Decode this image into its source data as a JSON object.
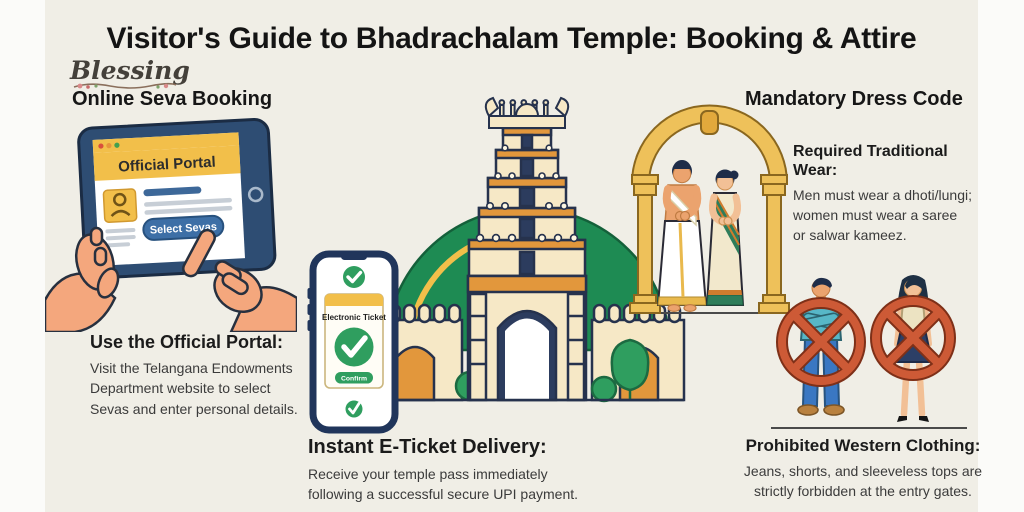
{
  "title": "Visitor's Guide to Bhadrachalam Temple: Booking & Attire",
  "logo_text": "Blessing",
  "left": {
    "heading": "Online Seva Booking",
    "tablet": {
      "portal_title": "Official Portal",
      "select_button": "Select Sevas"
    },
    "portal_step": {
      "heading": "Use the Official Portal:",
      "lines": [
        "Visit the Telangana Endowments",
        "Department website to select",
        "Sevas and enter personal details."
      ]
    }
  },
  "center": {
    "phone": {
      "ticket_label": "Electronic Ticket",
      "confirm_button": "Confirm"
    },
    "eticket_step": {
      "heading": "Instant E-Ticket Delivery:",
      "lines": [
        "Receive your temple pass immediately",
        "following a successful secure UPI payment."
      ]
    }
  },
  "right": {
    "heading": "Mandatory Dress Code",
    "required": {
      "heading_lines": [
        "Required Traditional",
        "Wear:"
      ],
      "lines": [
        "Men must wear a dhoti/lungi;",
        "women must wear a saree",
        "or salwar kameez."
      ]
    },
    "prohibited": {
      "heading": "Prohibited Western Clothing:",
      "lines": [
        "Jeans, shorts, and sleeveless tops are",
        "strictly forbidden at the entry gates."
      ]
    }
  },
  "colors": {
    "background": "#f0eee6",
    "margin": "#fbfbf9",
    "gold": "#f2bf4a",
    "navy": "#2e4d73",
    "green": "#2f9e5f",
    "hill_green": "#1e8b53",
    "temple_orange": "#e2973c",
    "temple_cream": "#f6e8c6",
    "prohibit_red": "#cd5a36",
    "skin": "#f4a77d",
    "denim": "#3a77c2",
    "teal_shirt": "#57b7c7"
  }
}
